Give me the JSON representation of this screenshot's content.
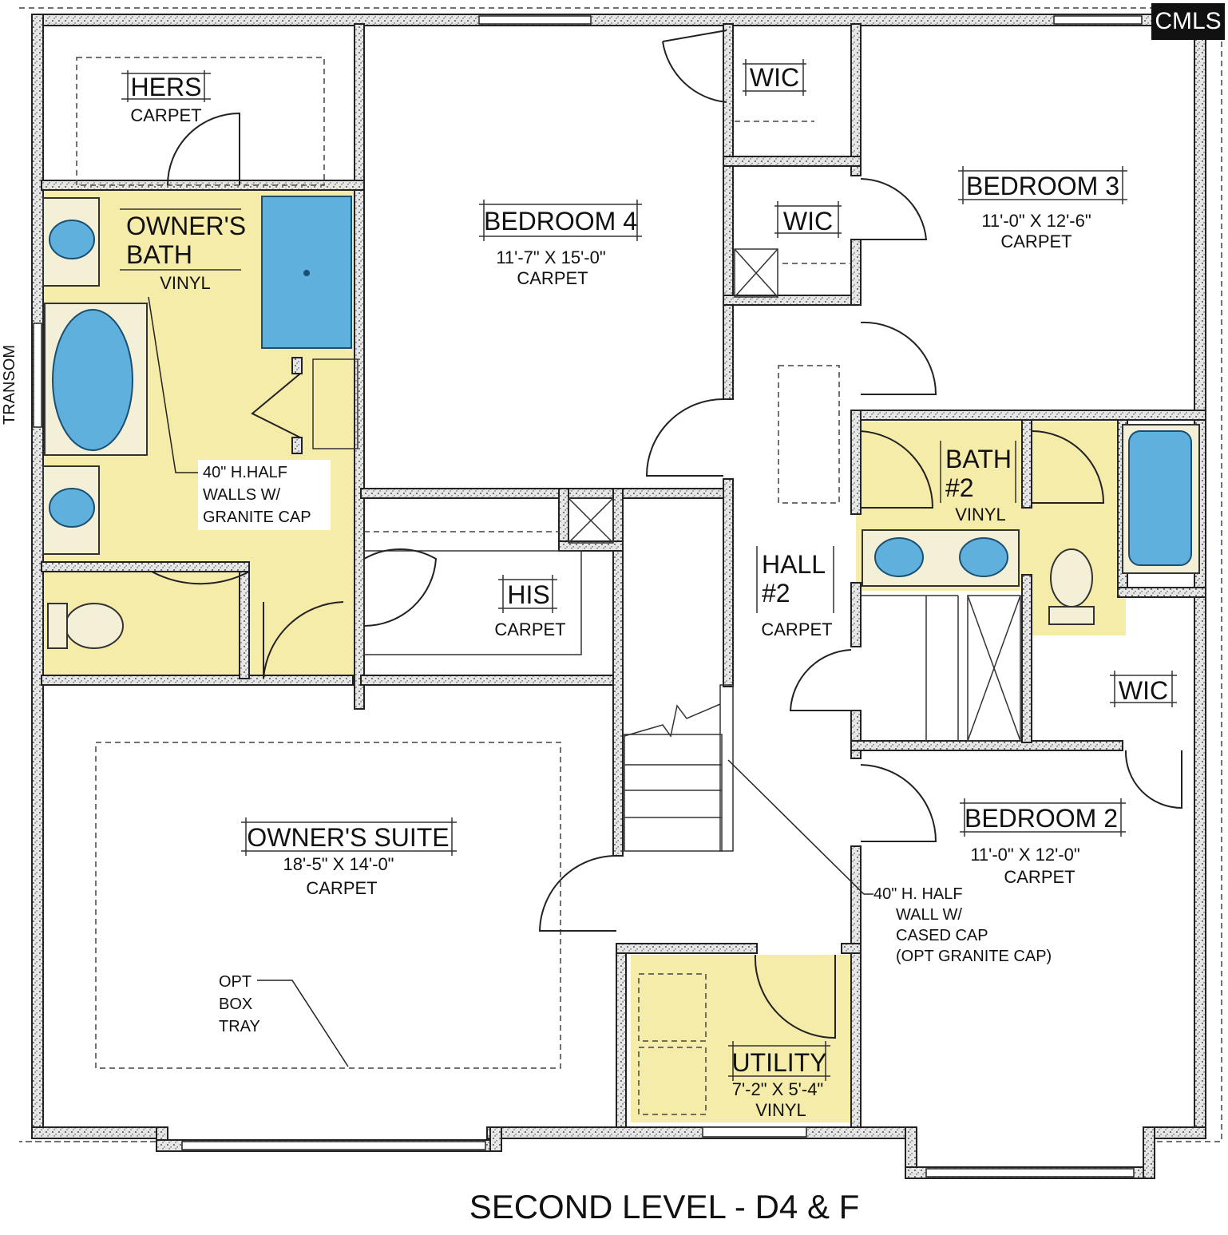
{
  "logo": {
    "text": "CMLS"
  },
  "title": "SECOND LEVEL - D4 & F",
  "side_label": "TRANSOM",
  "rooms": {
    "hers": {
      "name": "HERS",
      "floor": "CARPET"
    },
    "owners_bath": {
      "name_line1": "OWNER'S",
      "name_line2": "BATH",
      "floor": "VINYL"
    },
    "bedroom4": {
      "name": "BEDROOM 4",
      "size": "11'-7\" X 15'-0\"",
      "floor": "CARPET"
    },
    "wic_top": {
      "name": "WIC"
    },
    "wic_mid": {
      "name": "WIC"
    },
    "bedroom3": {
      "name": "BEDROOM 3",
      "size": "11'-0\" X 12'-6\"",
      "floor": "CARPET"
    },
    "bath2": {
      "name_line1": "BATH",
      "name_line2": "#2",
      "floor": "VINYL"
    },
    "his": {
      "name": "HIS",
      "floor": "CARPET"
    },
    "hall2": {
      "name_line1": "HALL",
      "name_line2": "#2",
      "floor": "CARPET"
    },
    "wic_right": {
      "name": "WIC"
    },
    "owners_suite": {
      "name": "OWNER'S SUITE",
      "size": "18'-5\" X 14'-0\"",
      "floor": "CARPET"
    },
    "bedroom2": {
      "name": "BEDROOM 2",
      "size": "11'-0\" X 12'-0\"",
      "floor": "CARPET"
    },
    "utility": {
      "name": "UTILITY",
      "size": "7'-2\" X 5'-4\"",
      "floor": "VINYL"
    }
  },
  "notes": {
    "half_walls": [
      "40\" H.HALF",
      "WALLS W/",
      "GRANITE CAP"
    ],
    "half_wall_cased": [
      "40\" H. HALF",
      "WALL W/",
      "CASED CAP",
      "(OPT GRANITE CAP)"
    ],
    "box_tray": [
      "OPT",
      "BOX",
      "TRAY"
    ]
  }
}
